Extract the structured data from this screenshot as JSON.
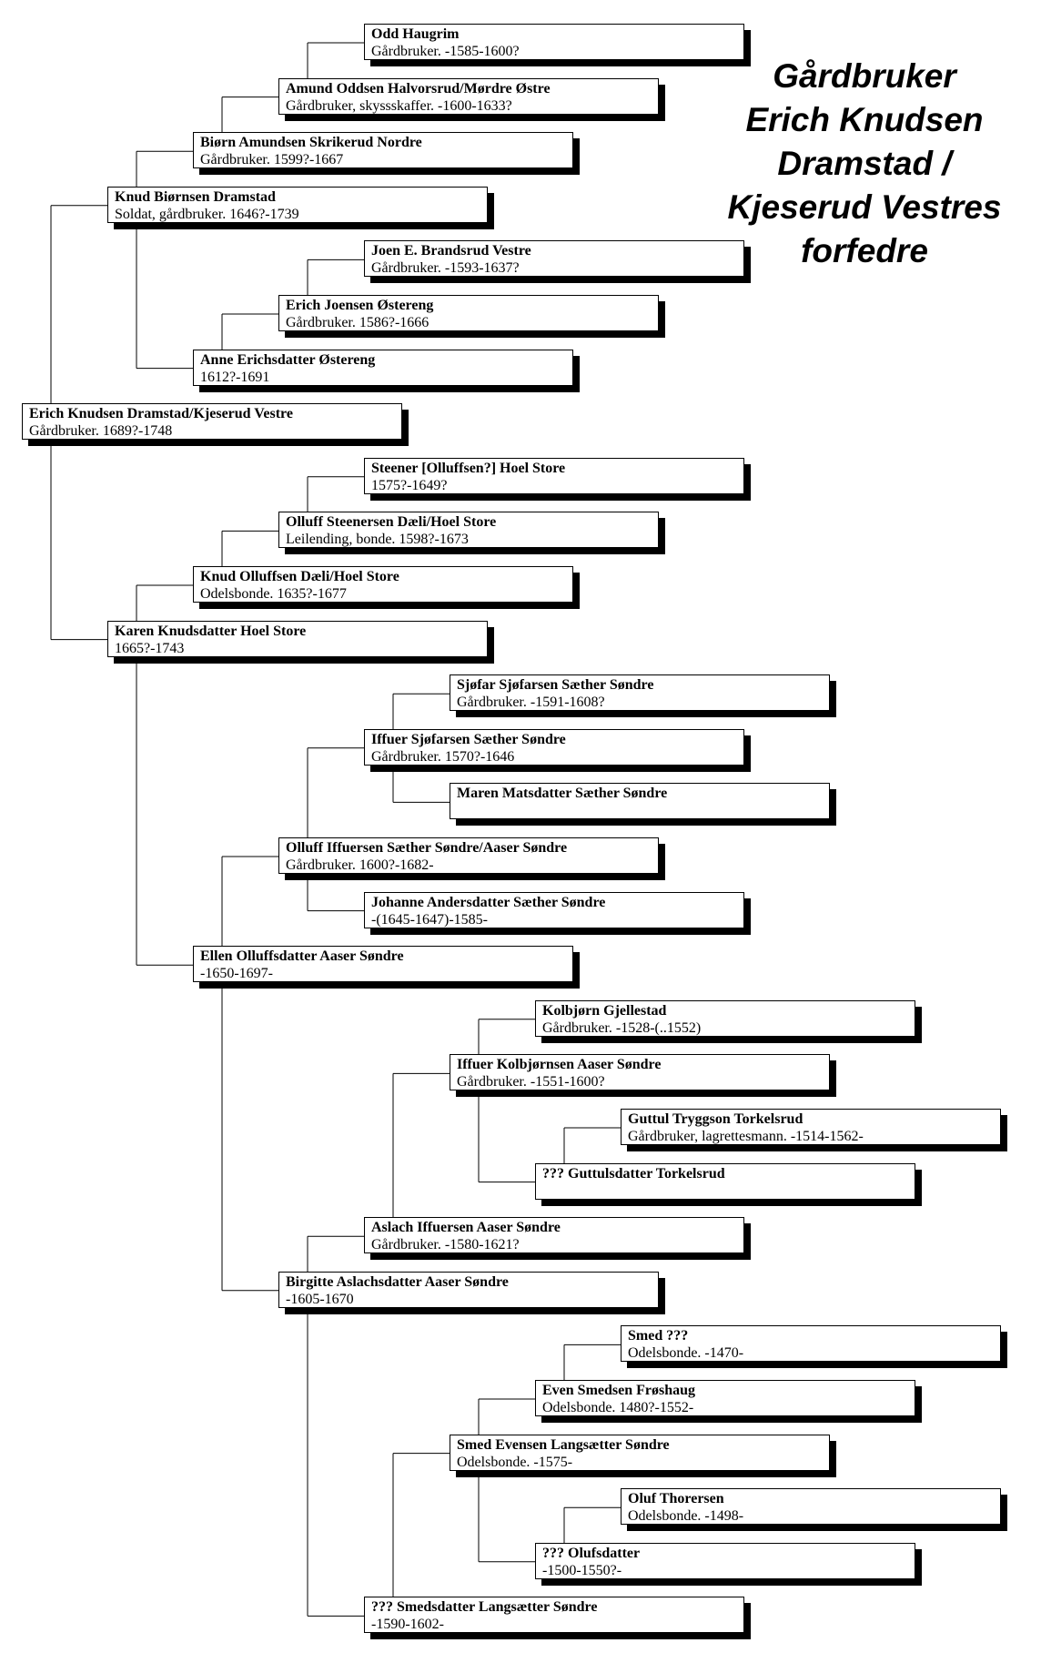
{
  "title_lines": [
    "Gårdbruker",
    "Erich Knudsen",
    "Dramstad /",
    "Kjeserud Vestres",
    "forfedre"
  ],
  "persons": [
    {
      "id": "p0",
      "name": "Erich Knudsen  Dramstad/Kjeserud Vestre",
      "desc": "Gårdbruker.  1689?-1748",
      "gen": 0,
      "parent": null
    },
    {
      "id": "p1",
      "name": "Knud Biørnsen  Dramstad",
      "desc": "Soldat, gårdbruker.  1646?-1739",
      "gen": 1,
      "parent": "p0"
    },
    {
      "id": "p2",
      "name": "Biørn Amundsen  Skrikerud Nordre",
      "desc": "Gårdbruker.  1599?-1667",
      "gen": 2,
      "parent": "p1"
    },
    {
      "id": "p3",
      "name": "Amund Oddsen Halvorsrud/Mørdre Østre",
      "desc": "Gårdbruker, skyssskaffer.  -1600-1633?",
      "gen": 3,
      "parent": "p2"
    },
    {
      "id": "p4",
      "name": "Odd Haugrim",
      "desc": "Gårdbruker.  -1585-1600?",
      "gen": 4,
      "parent": "p3"
    },
    {
      "id": "p5",
      "name": "Anne Erichsdatter  Østereng",
      "desc": "1612?-1691",
      "gen": 2,
      "parent": "p1"
    },
    {
      "id": "p6",
      "name": "Erich Joensen Østereng",
      "desc": "Gårdbruker.  1586?-1666",
      "gen": 3,
      "parent": "p5"
    },
    {
      "id": "p7",
      "name": "Joen E.  Brandsrud Vestre",
      "desc": "Gårdbruker.  -1593-1637?",
      "gen": 4,
      "parent": "p6"
    },
    {
      "id": "p8",
      "name": "Karen Knudsdatter  Hoel Store",
      "desc": "1665?-1743",
      "gen": 1,
      "parent": "p0"
    },
    {
      "id": "p9",
      "name": "Knud Olluffsen Dæli/Hoel Store",
      "desc": "Odelsbonde.  1635?-1677",
      "gen": 2,
      "parent": "p8"
    },
    {
      "id": "p10",
      "name": "Olluff Steenersen  Dæli/Hoel Store",
      "desc": "Leilending, bonde.   1598?-1673",
      "gen": 3,
      "parent": "p9"
    },
    {
      "id": "p11",
      "name": "Steener [Olluffsen?]  Hoel Store",
      "desc": "1575?-1649?",
      "gen": 4,
      "parent": "p10"
    },
    {
      "id": "p12",
      "name": "Ellen  Olluffsdatter  Aaser Søndre",
      "desc": "-1650-1697-",
      "gen": 2,
      "parent": "p8"
    },
    {
      "id": "p13",
      "name": "Olluff Iffuersen  Sæther Søndre/Aaser Søndre",
      "desc": "Gårdbruker.  1600?-1682-",
      "gen": 3,
      "parent": "p12"
    },
    {
      "id": "p14",
      "name": "Iffuer Sjøfarsen  Sæther Søndre",
      "desc": "Gårdbruker.  1570?-1646",
      "gen": 4,
      "parent": "p13"
    },
    {
      "id": "p15",
      "name": "Sjøfar Sjøfarsen  Sæther Søndre",
      "desc": "Gårdbruker.  -1591-1608?",
      "gen": 5,
      "parent": "p14"
    },
    {
      "id": "p16",
      "name": "Maren Matsdatter  Sæther Søndre",
      "desc": "",
      "gen": 5,
      "parent": "p14"
    },
    {
      "id": "p17",
      "name": "Johanne Andersdatter  Sæther Søndre",
      "desc": "-(1645-1647)-1585-",
      "gen": 4,
      "parent": "p13"
    },
    {
      "id": "p18",
      "name": "Birgitte Aslachsdatter  Aaser Søndre",
      "desc": "-1605-1670",
      "gen": 3,
      "parent": "p12"
    },
    {
      "id": "p19",
      "name": "Aslach Iffuersen  Aaser Søndre",
      "desc": "Gårdbruker.  -1580-1621?",
      "gen": 4,
      "parent": "p18"
    },
    {
      "id": "p20",
      "name": "Iffuer Kolbjørnsen  Aaser Søndre",
      "desc": "Gårdbruker.  -1551-1600?",
      "gen": 5,
      "parent": "p19"
    },
    {
      "id": "p21",
      "name": "Kolbjørn Gjellestad",
      "desc": "Gårdbruker.  -1528-(..1552)",
      "gen": 6,
      "parent": "p20"
    },
    {
      "id": "p22",
      "name": "??? Guttulsdatter  Torkelsrud",
      "desc": "",
      "gen": 6,
      "parent": "p20"
    },
    {
      "id": "p23",
      "name": "Guttul Tryggson Torkelsrud",
      "desc": "Gårdbruker, lagrettesmann.   -1514-1562-",
      "gen": 7,
      "parent": "p22"
    },
    {
      "id": "p24",
      "name": "??? Smedsdatter  Langsætter Søndre",
      "desc": "-1590-1602-",
      "gen": 4,
      "parent": "p18"
    },
    {
      "id": "p25",
      "name": "Smed Evensen  Langsætter Søndre",
      "desc": "Odelsbonde.  -1575-",
      "gen": 5,
      "parent": "p24"
    },
    {
      "id": "p26",
      "name": "Even Smedsen  Frøshaug",
      "desc": "Odelsbonde.  1480?-1552-",
      "gen": 6,
      "parent": "p25"
    },
    {
      "id": "p27",
      "name": "Smed  ???",
      "desc": "Odelsbonde.  -1470-",
      "gen": 7,
      "parent": "p26"
    },
    {
      "id": "p28",
      "name": "??? Olufsdatter",
      "desc": "-1500-1550?-",
      "gen": 6,
      "parent": "p25"
    },
    {
      "id": "p29",
      "name": "Oluf Thorersen",
      "desc": "Odelsbonde.  -1498-",
      "gen": 7,
      "parent": "p28"
    }
  ]
}
